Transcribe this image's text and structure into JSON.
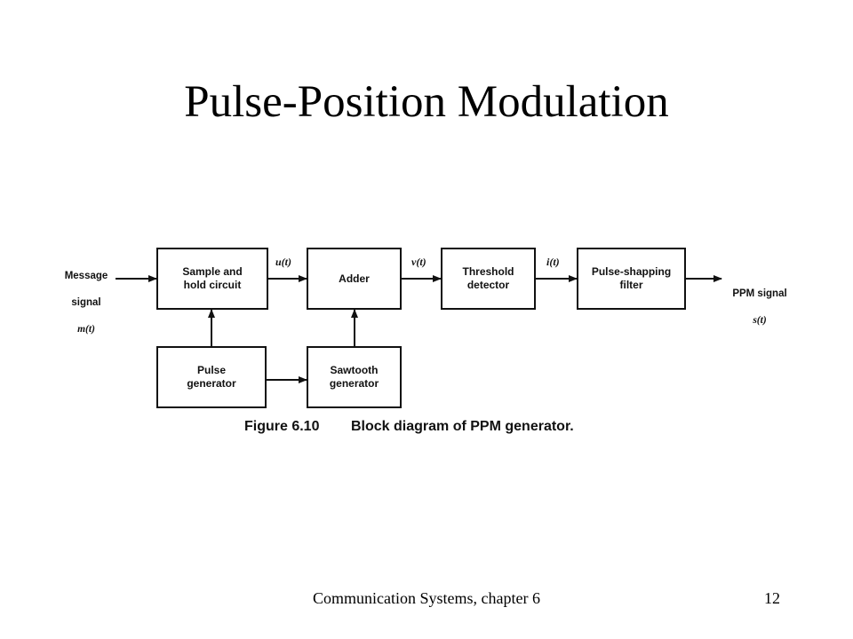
{
  "slide": {
    "title": "Pulse-Position Modulation",
    "footer": "Communication Systems, chapter 6",
    "page_number": "12"
  },
  "diagram": {
    "input": {
      "line1": "Message",
      "line2": "signal",
      "line3": "m(t)"
    },
    "output": {
      "line1": "PPM signal",
      "line2": "s(t)"
    },
    "blocks": {
      "sample_hold": "Sample and\nhold circuit",
      "adder": "Adder",
      "threshold": "Threshold\ndetector",
      "pulse_shaping": "Pulse-shapping\nfilter",
      "pulse_gen": "Pulse\ngenerator",
      "sawtooth": "Sawtooth\ngenerator"
    },
    "signals": {
      "u": "u(t)",
      "v": "v(t)",
      "i": "i(t)"
    },
    "caption": {
      "number": "Figure 6.10",
      "text": "Block diagram of PPM generator."
    }
  }
}
